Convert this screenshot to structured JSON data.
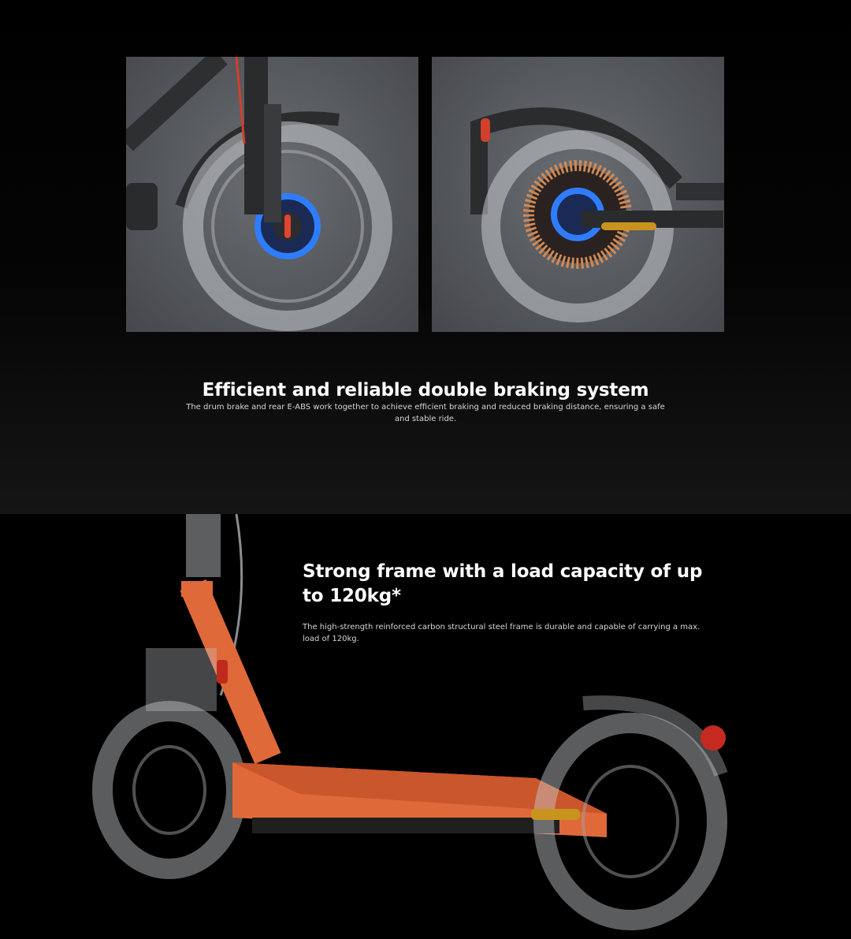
{
  "braking_section": {
    "title": "Efficient and reliable double braking system",
    "description": "The drum brake and rear E-ABS work together to achieve efficient braking and reduced braking distance, ensuring a safe and stable ride."
  },
  "frame_section": {
    "title": "Strong frame with a load capacity of up to 120kg*",
    "description": "The high-strength reinforced carbon structural steel frame is durable and capable of carrying a max. load of 120kg."
  },
  "colors": {
    "frame_orange": "#e0693a",
    "brake_glow": "#2f7dff",
    "background": "#000000"
  }
}
